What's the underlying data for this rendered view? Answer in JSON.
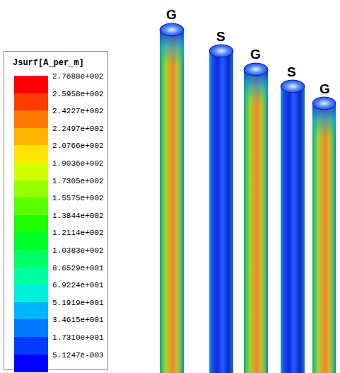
{
  "diagram": {
    "labels": [
      "Jsurf[A_per_m]",
      "G",
      "S",
      "G",
      "S",
      "G"
    ],
    "legend": [
      {
        "text": "2.7688e+002",
        "color": "#ff0000"
      },
      {
        "text": "2.5958e+002",
        "color": "#ff3c00"
      },
      {
        "text": "2.4227e+002",
        "color": "#ff7800"
      },
      {
        "text": "2.2497e+002",
        "color": "#ffb400"
      },
      {
        "text": "2.0766e+002",
        "color": "#ffe600"
      },
      {
        "text": "1.9036e+002",
        "color": "#d2ff00"
      },
      {
        "text": "1.7305e+002",
        "color": "#96ff00"
      },
      {
        "text": "1.5575e+002",
        "color": "#5aff00"
      },
      {
        "text": "1.3844e+002",
        "color": "#1eff00"
      },
      {
        "text": "1.2114e+002",
        "color": "#00ff28"
      },
      {
        "text": "1.0383e+002",
        "color": "#00ff64"
      },
      {
        "text": "8.6529e+001",
        "color": "#00ffa0"
      },
      {
        "text": "6.9224e+001",
        "color": "#00f0dc"
      },
      {
        "text": "5.1919e+001",
        "color": "#00b4ff"
      },
      {
        "text": "3.4615e+001",
        "color": "#0078ff"
      },
      {
        "text": "1.7310e+001",
        "color": "#003cff"
      },
      {
        "text": "5.1247e-003",
        "color": "#0000ff"
      }
    ]
  }
}
